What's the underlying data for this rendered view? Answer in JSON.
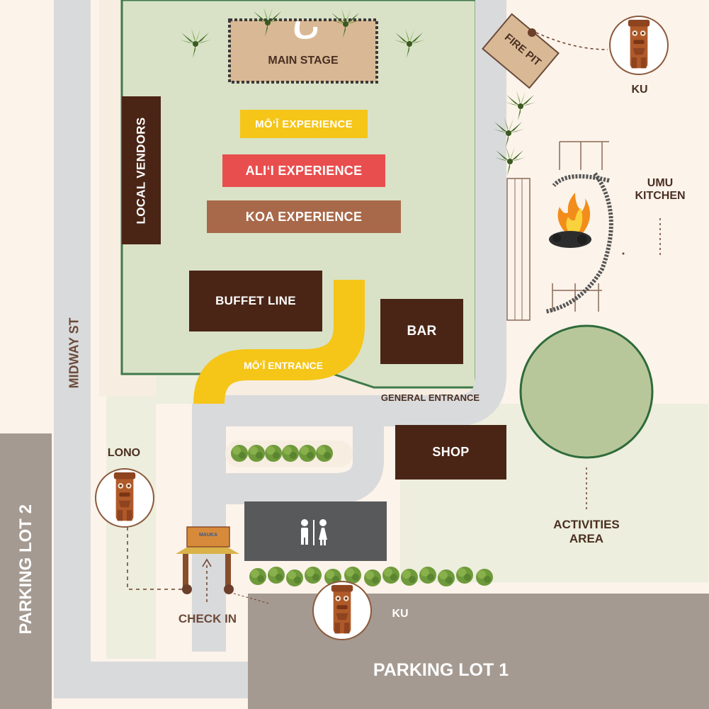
{
  "labels": {
    "main_stage": "MAIN STAGE",
    "fire_pit": "FIRE PIT",
    "ku_top": "KU",
    "moi_experience": "MŌʻĪ EXPERIENCE",
    "alii_experience": "ALIʻI EXPERIENCE",
    "koa_experience": "KOA EXPERIENCE",
    "local_vendors": "LOCAL VENDORS",
    "buffet_line": "BUFFET LINE",
    "bar": "BAR",
    "moi_entrance": "MŌʻĪ ENTRANCE",
    "general_entrance": "GENERAL ENTRANCE",
    "shop": "SHOP",
    "umu_kitchen_line1": "UMU",
    "umu_kitchen_line2": "KITCHEN",
    "activities_line1": "ACTIVITIES",
    "activities_line2": "AREA",
    "midway_st": "MIDWAY ST",
    "lono": "LONO",
    "check_in": "CHECK IN",
    "ku_bottom": "KU",
    "parking_lot_1": "PARKING LOT 1",
    "parking_lot_2": "PARKING LOT 2",
    "hut_sign": "MAUKA"
  },
  "icons": {
    "restroom": "restroom-icon",
    "fire": "fire-icon",
    "tiki": "tiki-icon",
    "palm": "palm-tree-icon"
  },
  "colors": {
    "background": "#fcf3ea",
    "lawn": "#d9e2c7",
    "lawn_border": "#3e7a4a",
    "road": "#d9dadb",
    "parking": "#a59a91",
    "dark_brown": "#4a2516",
    "moi": "#f5c518",
    "alii": "#e94e4e",
    "koa": "#a8694a",
    "restroom": "#58595b",
    "text": "#4a2f22"
  }
}
